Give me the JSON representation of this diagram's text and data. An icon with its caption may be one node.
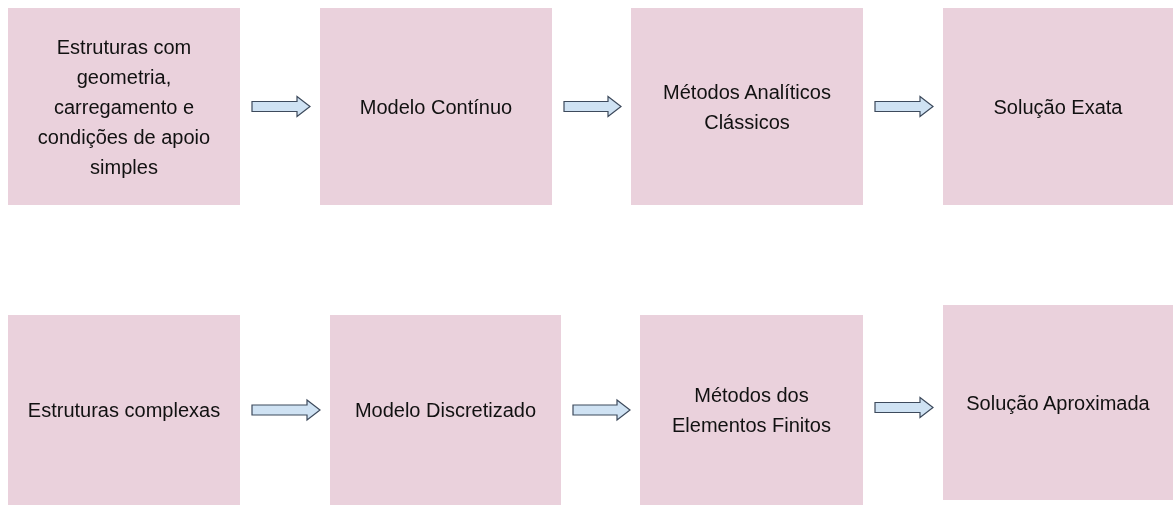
{
  "diagram": {
    "nodes": [
      {
        "text": [
          "Estruturas com geometria, carregamento e condições de apoio simples"
        ]
      },
      {
        "text": [
          "Modelo Contínuo"
        ]
      },
      {
        "text": [
          "Métodos Analíticos Clássicos"
        ]
      },
      {
        "text": [
          "Solução Exata"
        ]
      },
      {
        "text": [
          "Estruturas complexas"
        ]
      },
      {
        "text": [
          "Modelo Discretizado"
        ]
      },
      {
        "text": [
          "Métodos dos Elementos Finitos"
        ]
      },
      {
        "text": [
          "Solução Aproximada"
        ]
      }
    ],
    "edges": [
      {
        "from": 0,
        "to": 1,
        "arrow": "to"
      },
      {
        "from": 1,
        "to": 2,
        "arrow": "to"
      },
      {
        "from": 2,
        "to": 3,
        "arrow": "to"
      },
      {
        "from": 4,
        "to": 5,
        "arrow": "to"
      },
      {
        "from": 5,
        "to": 6,
        "arrow": "to"
      },
      {
        "from": 6,
        "to": 7,
        "arrow": "to"
      }
    ]
  }
}
